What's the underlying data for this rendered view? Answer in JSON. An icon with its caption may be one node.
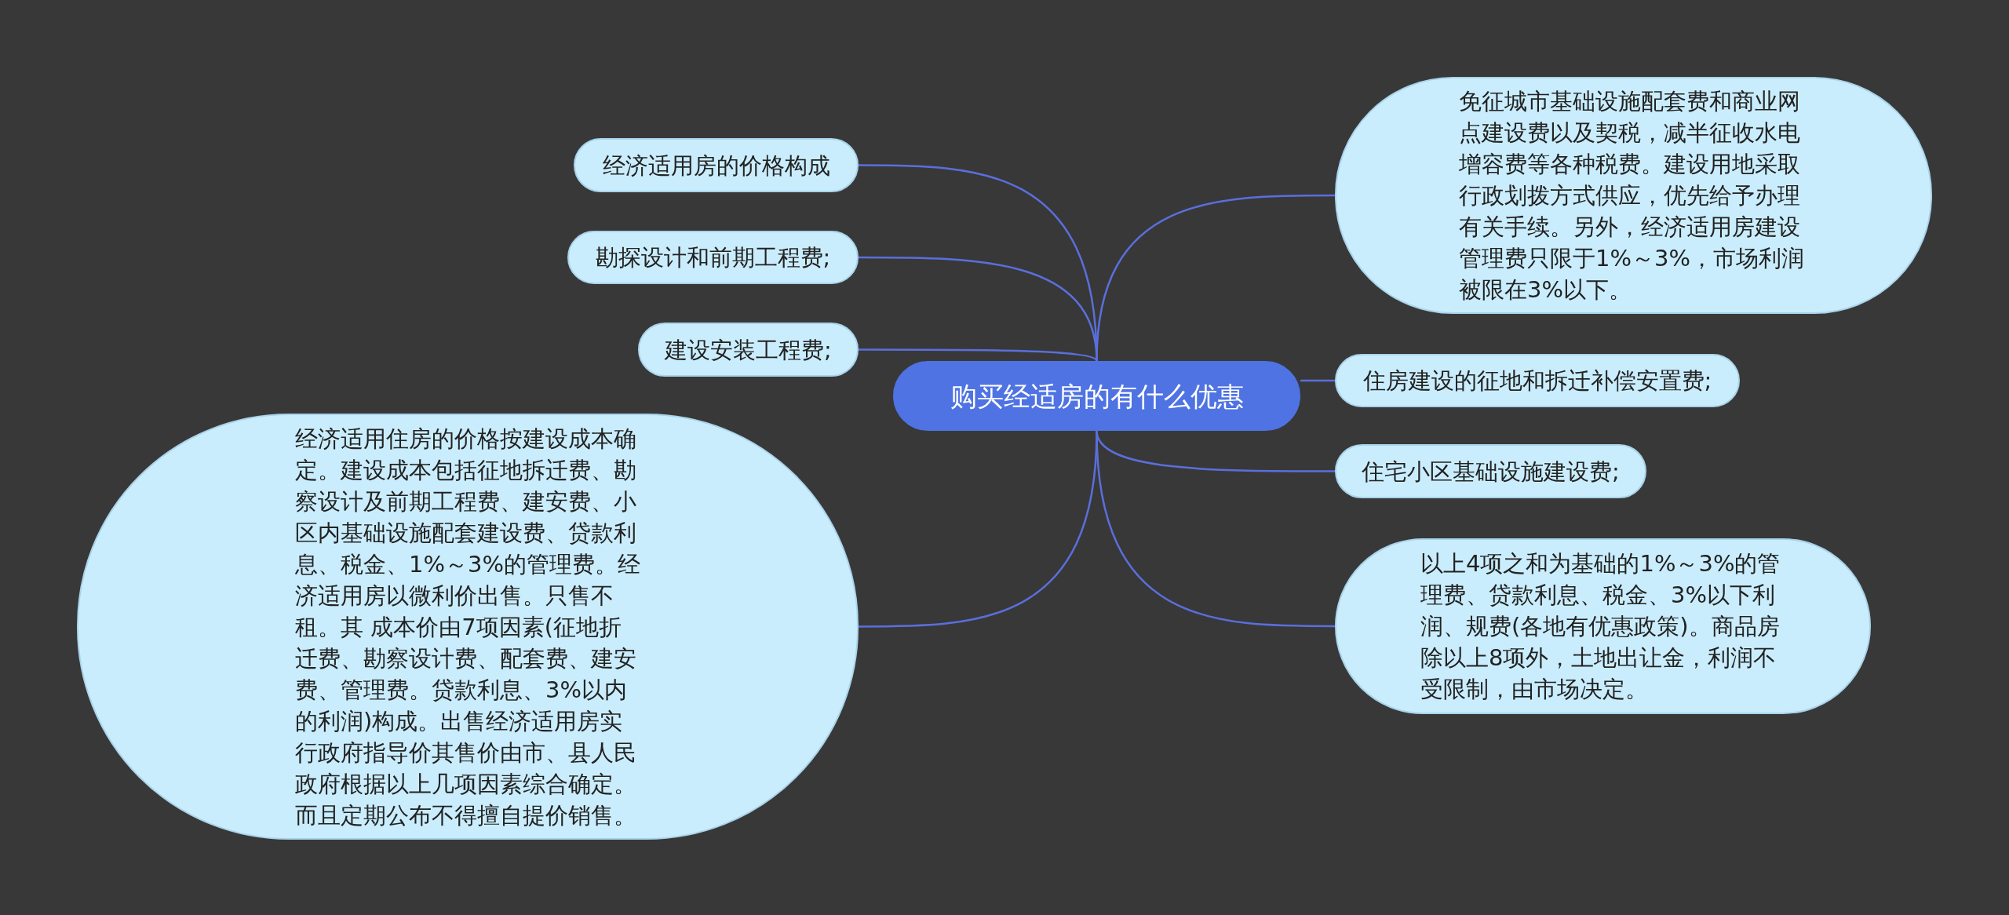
{
  "diagram": {
    "nodes": [
      {
        "text": [
          "购买经适房的有什么优惠"
        ]
      },
      {
        "text": [
          "经济适用房的价格构成"
        ]
      },
      {
        "text": [
          "勘探设计和前期工程费;"
        ]
      },
      {
        "text": [
          "建设安装工程费;"
        ]
      },
      {
        "text": [
          "经济适用住房的价格按建设成本确定。建设成本包括征地拆迁费、勘察设计及前期工程费、建安费、小区内基础设施配套建设费、贷款利息、税金、1%～3%的管理费。经济适用房以微利价出售。只售不租。其 成本价由7项因素(征地折迁费、勘察设计费、配套费、建安费、管理费。贷款利息、3%以内的利润)构成。出售经济适用房实行政府指导价其售价由市、县人民政府根据以上几项因素综合确定。而且定期公布不得擅自提价销售。"
        ]
      },
      {
        "text": [
          "免征城市基础设施配套费和商业网点建设费以及契税，减半征收水电增容费等各种税费。建设用地采取行政划拨方式供应，优先给予办理有关手续。另外，经济适用房建设管理费只限于1%～3%，市场利润被限在3%以下。"
        ]
      },
      {
        "text": [
          "住房建设的征地和拆迁补偿安置费;"
        ]
      },
      {
        "text": [
          "住宅小区基础设施建设费;"
        ]
      },
      {
        "text": [
          "以上4项之和为基础的1%～3%的管理费、贷款利息、税金、3%以下利润、规费(各地有优惠政策)。商品房除以上8项外，土地出让金，利润不受限制，由市场决定。"
        ]
      }
    ],
    "edges": [
      {
        "from": 0,
        "to": 1,
        "arrow": "none"
      },
      {
        "from": 0,
        "to": 2,
        "arrow": "none"
      },
      {
        "from": 0,
        "to": 3,
        "arrow": "none"
      },
      {
        "from": 0,
        "to": 4,
        "arrow": "none"
      },
      {
        "from": 0,
        "to": 5,
        "arrow": "none"
      },
      {
        "from": 0,
        "to": 6,
        "arrow": "none"
      },
      {
        "from": 0,
        "to": 7,
        "arrow": "none"
      },
      {
        "from": 0,
        "to": 8,
        "arrow": "none"
      }
    ]
  }
}
